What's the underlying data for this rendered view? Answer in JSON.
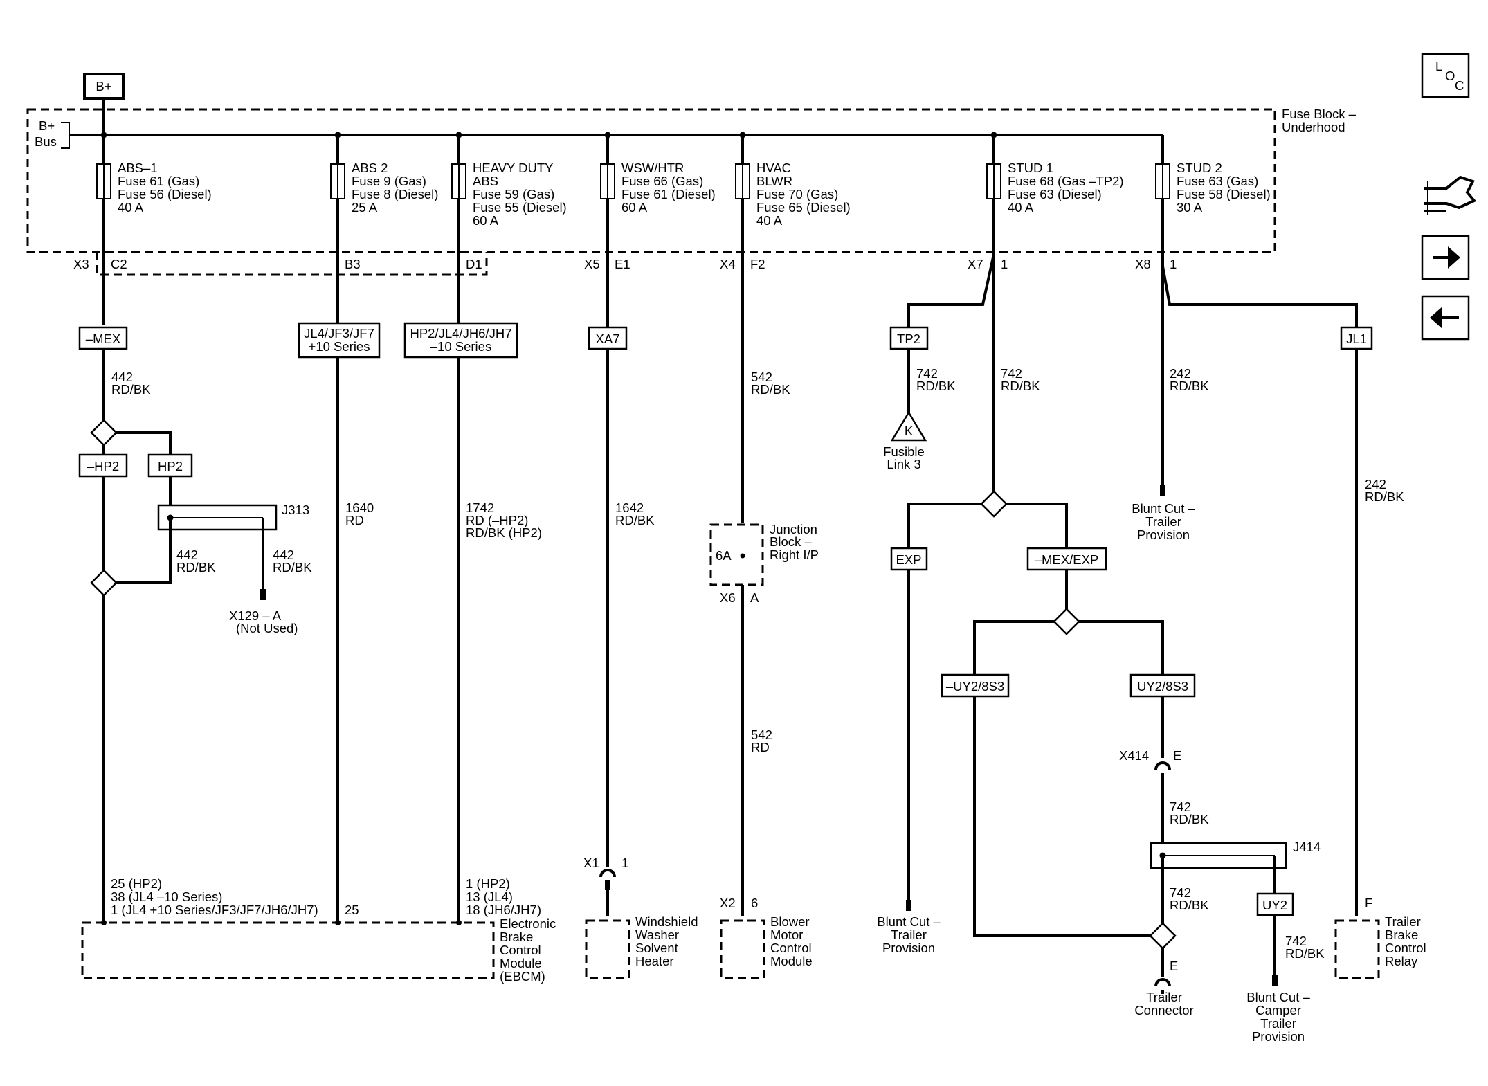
{
  "header": {
    "power_source": "B+",
    "bus_label": [
      "B+",
      "Bus"
    ],
    "fuse_block_label": [
      "Fuse Block –",
      "Underhood"
    ]
  },
  "nav": {
    "loc_letters": [
      "L",
      "O",
      "C"
    ]
  },
  "fuses": [
    {
      "lines": [
        "ABS–1",
        "Fuse 61 (Gas)",
        "Fuse 56 (Diesel)",
        "40 A"
      ]
    },
    {
      "lines": [
        "ABS 2",
        "Fuse 9 (Gas)",
        "Fuse 8 (Diesel)",
        "25 A"
      ]
    },
    {
      "lines": [
        "HEAVY DUTY",
        "ABS",
        "Fuse 59 (Gas)",
        "Fuse 55 (Diesel)",
        "60 A"
      ]
    },
    {
      "lines": [
        "WSW/HTR",
        "Fuse 66 (Gas)",
        "Fuse 61 (Diesel)",
        "60 A"
      ]
    },
    {
      "lines": [
        "HVAC",
        "BLWR",
        "Fuse 70 (Gas)",
        "Fuse 65 (Diesel)",
        "40 A"
      ]
    },
    {
      "lines": [
        "STUD 1",
        "Fuse 68 (Gas –TP2)",
        "Fuse 63 (Diesel)",
        "40 A"
      ]
    },
    {
      "lines": [
        "STUD 2",
        "Fuse 63 (Gas)",
        "Fuse 58 (Diesel)",
        "30 A"
      ]
    }
  ],
  "connectors": {
    "x3": "X3",
    "c2": "C2",
    "b3": "B3",
    "d1": "D1",
    "x5": "X5",
    "e1": "E1",
    "x4": "X4",
    "f2": "F2",
    "x7": "X7",
    "x7_pin": "1",
    "x8": "X8",
    "x8_pin": "1",
    "x6": "X6",
    "x6_pin": "A",
    "x1": "X1",
    "x1_pin": "1",
    "x2": "X2",
    "x2_pin": "6",
    "x414": "X414",
    "x414_pin": "E",
    "trailer_pin": "E",
    "relay_pin": "F",
    "x129": [
      "X129 – A",
      "(Not Used)"
    ]
  },
  "options": {
    "mex": "–MEX",
    "jl4": [
      "JL4/JF3/JF7",
      "+10 Series"
    ],
    "hp2_group": [
      "HP2/JL4/JH6/JH7",
      "–10 Series"
    ],
    "xa7": "XA7",
    "tp2": "TP2",
    "jl1": "JL1",
    "not_hp2": "–HP2",
    "hp2": "HP2",
    "exp": "EXP",
    "mex_exp": "–MEX/EXP",
    "not_uy2": "–UY2/8S3",
    "uy2_8s3": "UY2/8S3",
    "uy2": "UY2"
  },
  "wires": {
    "w442a": [
      "442",
      "RD/BK"
    ],
    "w442b": [
      "442",
      "RD/BK"
    ],
    "w442c": [
      "442",
      "RD/BK"
    ],
    "w1640": [
      "1640",
      "RD"
    ],
    "w1742": [
      "1742",
      "RD (–HP2)",
      "RD/BK (HP2)"
    ],
    "w1642": [
      "1642",
      "RD/BK"
    ],
    "w542a": [
      "542",
      "RD/BK"
    ],
    "w542b": [
      "542",
      "RD"
    ],
    "w742a": [
      "742",
      "RD/BK"
    ],
    "w742b": [
      "742",
      "RD/BK"
    ],
    "w742c": [
      "742",
      "RD/BK"
    ],
    "w742d": [
      "742",
      "RD/BK"
    ],
    "w742e": [
      "742",
      "RD/BK"
    ],
    "w242a": [
      "242",
      "RD/BK"
    ],
    "w242b": [
      "242",
      "RD/BK"
    ]
  },
  "splices": {
    "j313": "J313",
    "j414": "J414",
    "fusible_letter": "K",
    "fusible_link": [
      "Fusible",
      "Link 3"
    ]
  },
  "junction_block": {
    "pin": "6A",
    "label": [
      "Junction",
      "Block –",
      "Right I/P"
    ]
  },
  "ebcm_pins": {
    "left": [
      "25 (HP2)",
      "38 (JL4 –10 Series)",
      "1 (JL4 +10 Series/JF3/JF7/JH6/JH7)"
    ],
    "mid": "25",
    "right": [
      "1 (HP2)",
      "13 (JL4)",
      "18 (JH6/JH7)"
    ]
  },
  "components": {
    "ebcm": [
      "Electronic",
      "Brake",
      "Control",
      "Module",
      "(EBCM)"
    ],
    "washer": [
      "Windshield",
      "Washer",
      "Solvent",
      "Heater"
    ],
    "blower": [
      "Blower",
      "Motor",
      "Control",
      "Module"
    ],
    "blunt_exp": [
      "Blunt Cut –",
      "Trailer",
      "Provision"
    ],
    "blunt_stud2": [
      "Blunt Cut –",
      "Trailer",
      "Provision"
    ],
    "trailer_connector": [
      "Trailer",
      "Connector"
    ],
    "blunt_camper": [
      "Blunt Cut –",
      "Camper",
      "Trailer",
      "Provision"
    ],
    "relay": [
      "Trailer",
      "Brake",
      "Control",
      "Relay"
    ]
  }
}
